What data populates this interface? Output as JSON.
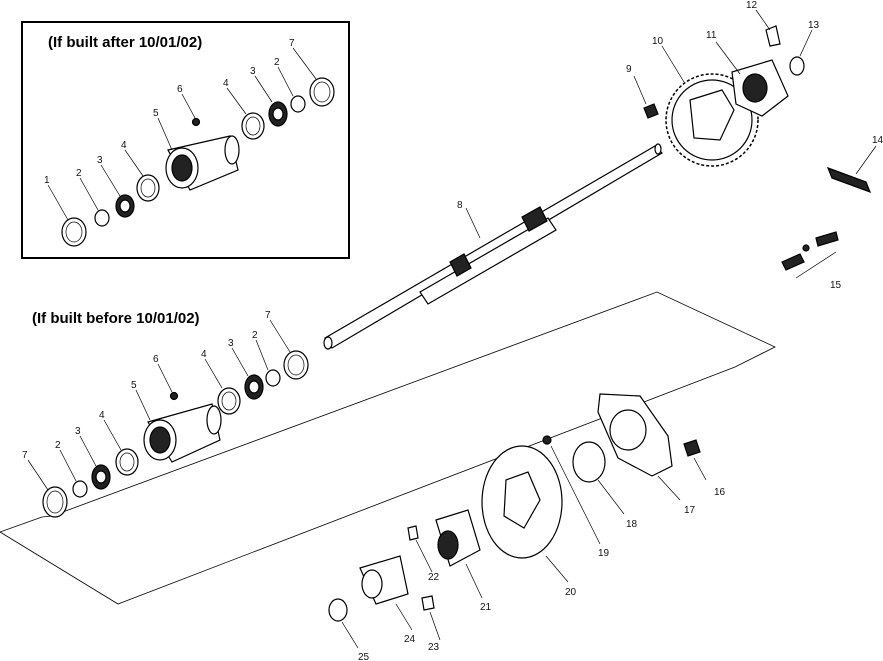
{
  "headings": {
    "after": "(If built after 10/01/02)",
    "before": "(If built before 10/01/02)"
  },
  "callouts": {
    "a1": "1",
    "a2a": "2",
    "a3a": "3",
    "a4a": "4",
    "a5": "5",
    "a6": "6",
    "a4b": "4",
    "a3b": "3",
    "a2b": "2",
    "a7": "7",
    "b7a": "7",
    "b2a": "2",
    "b3a": "3",
    "b4a": "4",
    "b5": "5",
    "b6": "6",
    "b4b": "4",
    "b3b": "3",
    "b2b": "2",
    "b7b": "7",
    "p8": "8",
    "p9": "9",
    "p10": "10",
    "p11": "11",
    "p12": "12",
    "p13": "13",
    "p14": "14",
    "p15": "15",
    "p16": "16",
    "p17": "17",
    "p18": "18",
    "p19": "19",
    "p20": "20",
    "p21": "21",
    "p22": "22",
    "p23": "23",
    "p24": "24",
    "p25": "25"
  }
}
